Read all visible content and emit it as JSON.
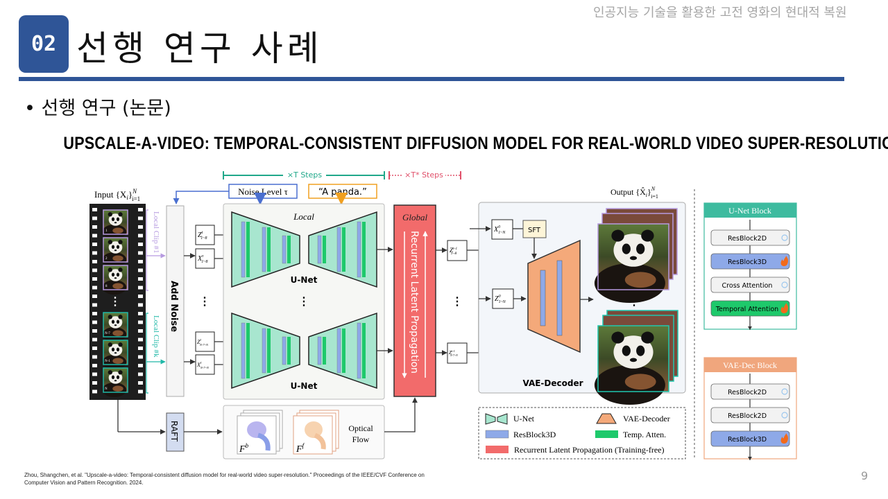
{
  "header": {
    "section_number": "02",
    "title": "선행 연구 사례",
    "deck_title": "인공지능 기술을 활용한 고전 영화의 현대적 복원"
  },
  "bullet": "선행 연구 (논문)",
  "paper_title": "Upscale-A-Video: Temporal-Consistent Diffusion Model for Real-World Video Super-Resolution",
  "diagram": {
    "t_steps": "×T Steps",
    "t_star_steps": "×T* Steps",
    "noise_level": "Noise Level τ",
    "prompt": "“A panda.”",
    "input": {
      "prefix": "Input {X",
      "sub": "i",
      "suffix": "}",
      "sup": "N",
      "lower": "i=1"
    },
    "output": {
      "prefix": "Output {X̂",
      "sub": "i",
      "suffix": "}",
      "sup": "N",
      "lower": "i=1"
    },
    "frame_numbers": [
      "1",
      "2",
      "8",
      "N-7",
      "N-1",
      "N"
    ],
    "local_clip_1": "Local Clip #1",
    "local_clip_k": "Local Clip #k",
    "add_noise": "Add Noise",
    "latents": {
      "z_top": {
        "base": "Z",
        "sup": "t",
        "sub": "1~8"
      },
      "x_top": {
        "base": "X",
        "sup": "τ",
        "sub": "1~8"
      },
      "z_bottom": {
        "base": "Z",
        "sup": "t",
        "sub": "N-7~N"
      },
      "x_bottom": {
        "base": "X",
        "sup": "τ",
        "sub": "N-7~N"
      },
      "z_prev_top": {
        "base": "Z",
        "sup": "t-1",
        "sub": "1~8"
      },
      "z_prev_bottom": {
        "base": "Z",
        "sup": "t-1",
        "sub": "N-7~N"
      },
      "x0": {
        "base": "X",
        "sup": "0",
        "sub": "1~N"
      },
      "z0": {
        "base": "Z",
        "sup": "0",
        "sub": "1~N"
      }
    },
    "ellipsis": "⋮",
    "local": "Local",
    "unet": "U-Net",
    "global": "Global",
    "rlp": "Recurrent Latent Propagation",
    "raft": "RAFT",
    "optical_flow": [
      "Optical",
      "Flow"
    ],
    "flow_b": {
      "base": "F",
      "sup": "b"
    },
    "flow_f": {
      "base": "F",
      "sup": "f"
    },
    "sft": "SFT",
    "vae_decoder": "VAE-Decoder",
    "legend": {
      "unet": "U-Net",
      "vae": "VAE-Decoder",
      "resblock3d": "ResBlock3D",
      "temp_atten": "Temp. Atten.",
      "rlp": "Recurrent Latent Propagation (Training-free)"
    },
    "unet_block": {
      "title": "U-Net Block",
      "items": [
        {
          "label": "ResBlock2D",
          "icon": "snowflake-icon"
        },
        {
          "label": "ResBlock3D",
          "icon": "flame-icon"
        },
        {
          "label": "Cross Attention",
          "icon": "snowflake-icon"
        },
        {
          "label": "Temporal Attention",
          "icon": "flame-icon"
        }
      ]
    },
    "vae_block": {
      "title": "VAE-Dec Block",
      "items": [
        {
          "label": "ResBlock2D",
          "icon": "snowflake-icon"
        },
        {
          "label": "ResBlock2D",
          "icon": "snowflake-icon"
        },
        {
          "label": "ResBlock3D",
          "icon": "flame-icon"
        }
      ]
    },
    "colors": {
      "teal": "#3dbb9f",
      "unet_fill": "#a8e6cf",
      "resblock": "#8ea9e8",
      "temporal": "#1ec96b",
      "rlp": "#f26b6b",
      "vae": "#f4a97a",
      "steps_red": "#e0506a",
      "accent": "#2f5597"
    }
  },
  "citation": "Zhou, Shangchen, et al. \"Upscale-a-video: Temporal-consistent diffusion model for real-world video super-resolution.\" Proceedings of the IEEE/CVF Conference on Computer Vision and Pattern Recognition. 2024.",
  "page_number": "9"
}
